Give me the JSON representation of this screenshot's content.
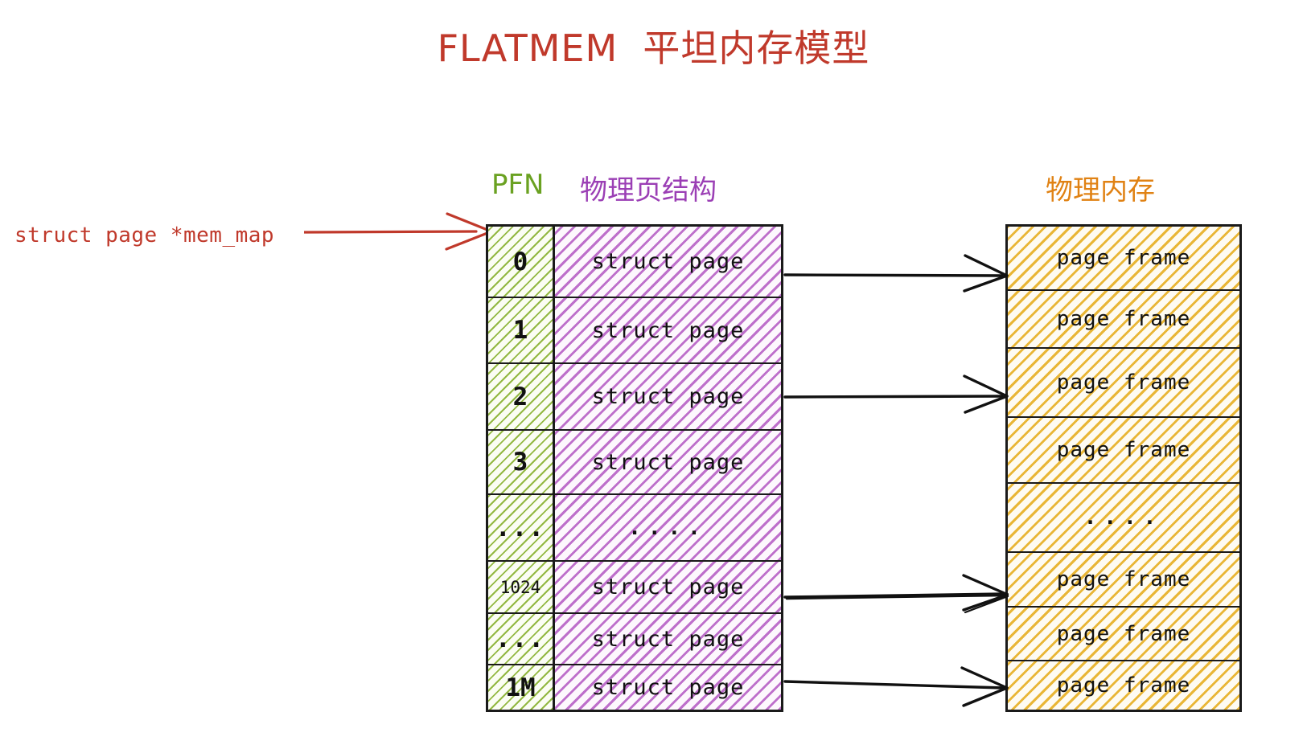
{
  "title": "FLATMEM  平坦内存模型",
  "colors": {
    "title": "#c0392b",
    "pfn": "#6aa121",
    "struct_page": "#9b3fb5",
    "phys_mem": "#e08214",
    "pointer": "#c0392b",
    "outline": "#1a1a1a"
  },
  "headers": {
    "pfn": "PFN",
    "struct_page": "物理页结构",
    "phys_mem": "物理内存"
  },
  "pointer": {
    "label": "struct page *mem_map"
  },
  "mem_map_table": {
    "rows": [
      {
        "pfn": "0",
        "struct": "struct page"
      },
      {
        "pfn": "1",
        "struct": "struct page"
      },
      {
        "pfn": "2",
        "struct": "struct page"
      },
      {
        "pfn": "3",
        "struct": "struct page"
      },
      {
        "pfn": "...",
        "struct": "...."
      },
      {
        "pfn": "1024",
        "struct": "struct page"
      },
      {
        "pfn": "...",
        "struct": "struct page"
      },
      {
        "pfn": "1M",
        "struct": "struct page"
      }
    ]
  },
  "phys_mem_table": {
    "rows": [
      {
        "label": "page frame"
      },
      {
        "label": "page frame"
      },
      {
        "label": "page frame"
      },
      {
        "label": "page frame"
      },
      {
        "label": "...."
      },
      {
        "label": "page frame"
      },
      {
        "label": "page frame"
      },
      {
        "label": "page frame"
      }
    ]
  },
  "connectors": [
    {
      "from_pfn": "0",
      "to_frame_index": 0
    },
    {
      "from_pfn": "2",
      "to_frame_index": 2
    },
    {
      "from_pfn": "1024",
      "to_frame_index": 5
    },
    {
      "from_pfn": "1M",
      "to_frame_index": 7
    }
  ]
}
